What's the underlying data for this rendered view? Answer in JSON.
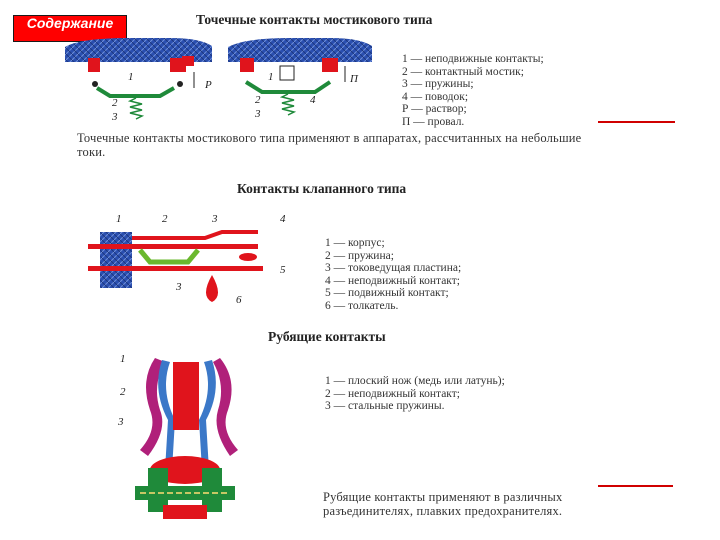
{
  "nav": {
    "contents_label": "Содержание"
  },
  "section1": {
    "title": "Точечные контакты мостикового типа",
    "legend": [
      "1 — неподвижные контакты;",
      "2 — контактный мостик;",
      "3 — пружины;",
      "4 — поводок;",
      "Р — раствор;",
      "П — провал."
    ],
    "note": "Точечные контакты мостикового типа применяют в аппаратах, рассчитанных на небольшие токи.",
    "figure_labels": {
      "l1": "1",
      "l2": "2",
      "l3": "3",
      "l4": "4",
      "lP": "Р",
      "lPr": "П"
    }
  },
  "section2": {
    "title": "Контакты клапанного типа",
    "legend": [
      "1 — корпус;",
      "2 — пружина;",
      "3 — токоведущая пластина;",
      "4 — неподвижный контакт;",
      "5 — подвижный контакт;",
      "6 — толкатель."
    ],
    "figure_labels": [
      "1",
      "2",
      "3",
      "4",
      "5",
      "3",
      "6"
    ]
  },
  "section3": {
    "title": "Рубящие контакты",
    "legend": [
      "1 — плоский нож (медь или латунь);",
      "2 — неподвижный контакт;",
      "3 — стальные пружины."
    ],
    "note": "Рубящие контакты применяют в различных разъединителях, плавких предохранителях.",
    "figure_labels": [
      "1",
      "2",
      "3"
    ]
  },
  "colors": {
    "red": "#e0141c",
    "blue": "#2a4fb0",
    "green": "#1f8a3a",
    "magenta": "#b0207a",
    "accent_line": "#d00000"
  }
}
